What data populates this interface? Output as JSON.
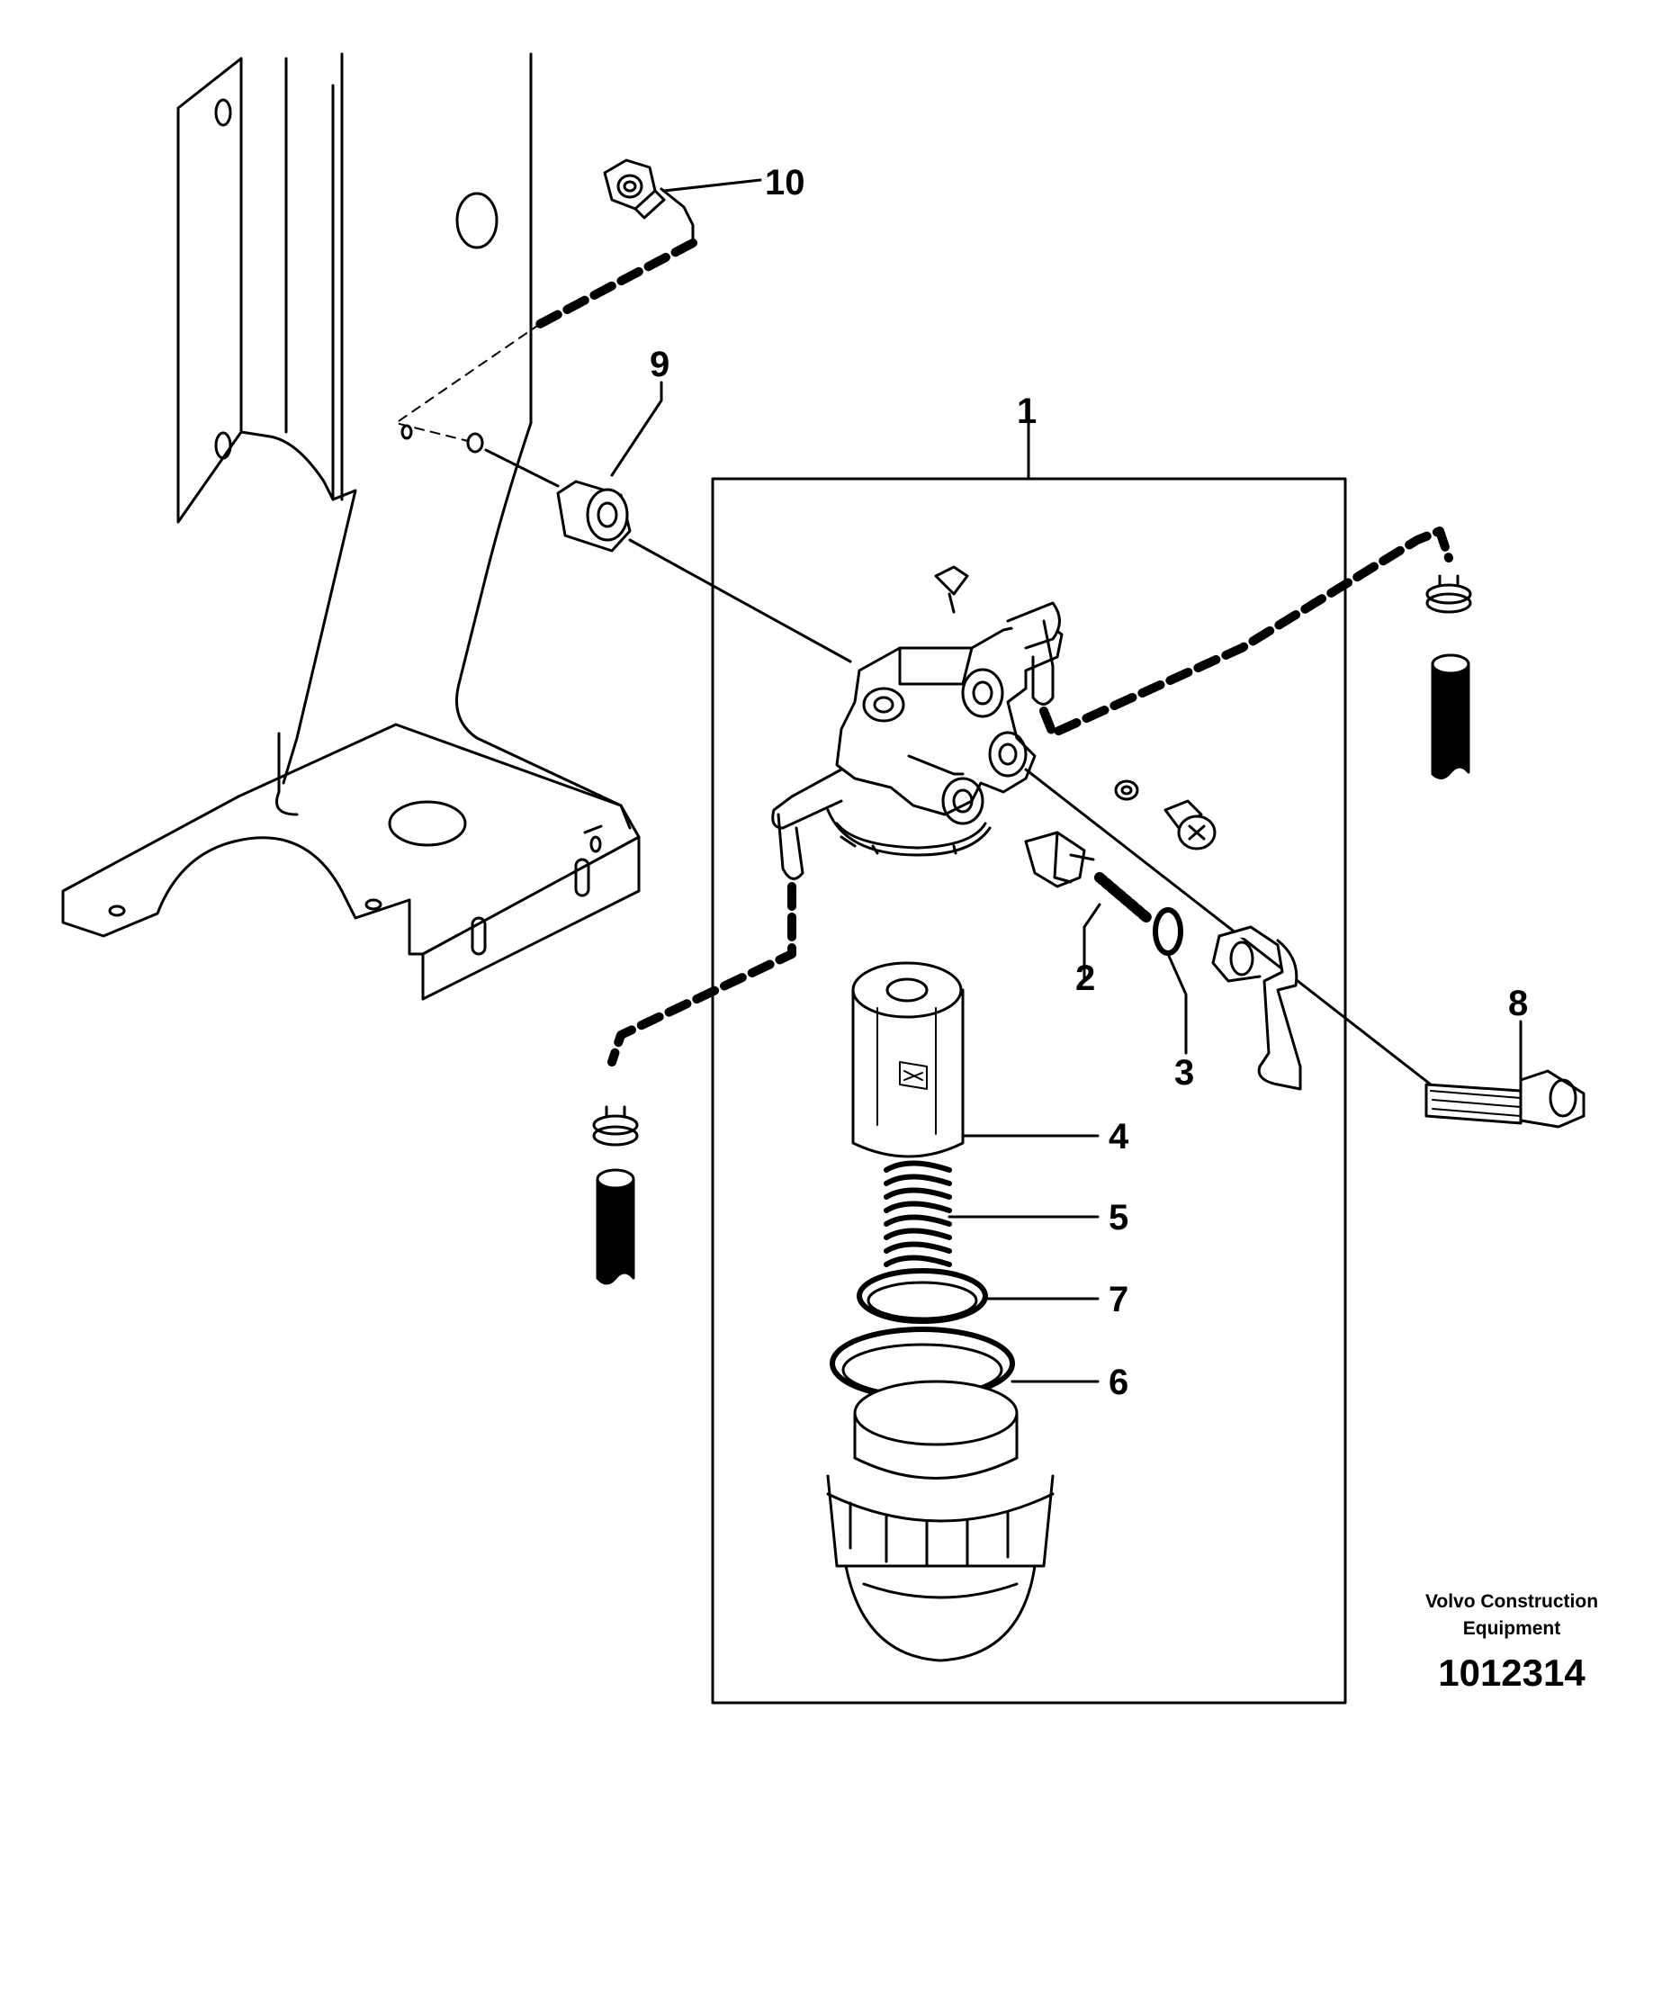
{
  "callouts": [
    {
      "id": "1",
      "label": "1"
    },
    {
      "id": "2",
      "label": "2"
    },
    {
      "id": "3",
      "label": "3"
    },
    {
      "id": "4",
      "label": "4"
    },
    {
      "id": "5",
      "label": "5"
    },
    {
      "id": "6",
      "label": "6"
    },
    {
      "id": "7",
      "label": "7"
    },
    {
      "id": "8",
      "label": "8"
    },
    {
      "id": "9",
      "label": "9"
    },
    {
      "id": "10",
      "label": "10"
    }
  ],
  "brand": {
    "line1": "Volvo Construction",
    "line2": "Equipment"
  },
  "drawing_number": "1012314"
}
